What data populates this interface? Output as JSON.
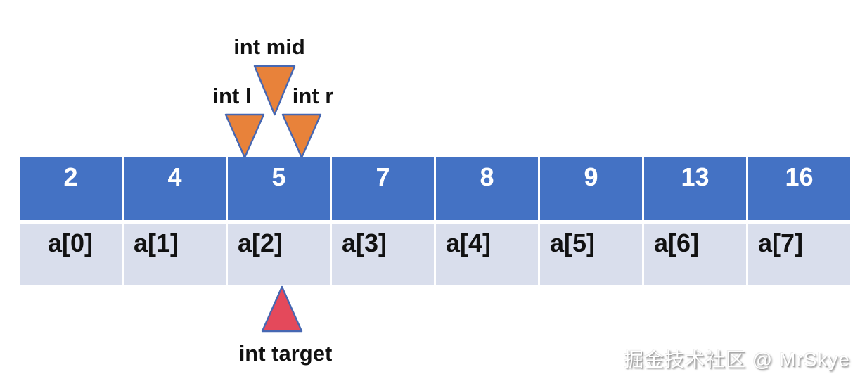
{
  "array": {
    "values": [
      "2",
      "4",
      "5",
      "7",
      "8",
      "9",
      "13",
      "16"
    ],
    "indices": [
      "a[0]",
      "a[1]",
      "a[2]",
      "a[3]",
      "a[4]",
      "a[5]",
      "a[6]",
      "a[7]"
    ]
  },
  "pointers": {
    "mid_label": "int mid",
    "left_label": "int l",
    "right_label": "int r",
    "target_label": "int target"
  },
  "watermark": "掘金技术社区 @ MrSkye",
  "colors": {
    "value_cell_bg": "#4472C4",
    "index_cell_bg": "#D9DEEC",
    "value_text": "#FFFFFF",
    "index_text": "#111111",
    "pointer_fill": "#E8823A",
    "target_fill": "#E4495B",
    "triangle_stroke": "#4667B2",
    "label_text": "#111111"
  }
}
